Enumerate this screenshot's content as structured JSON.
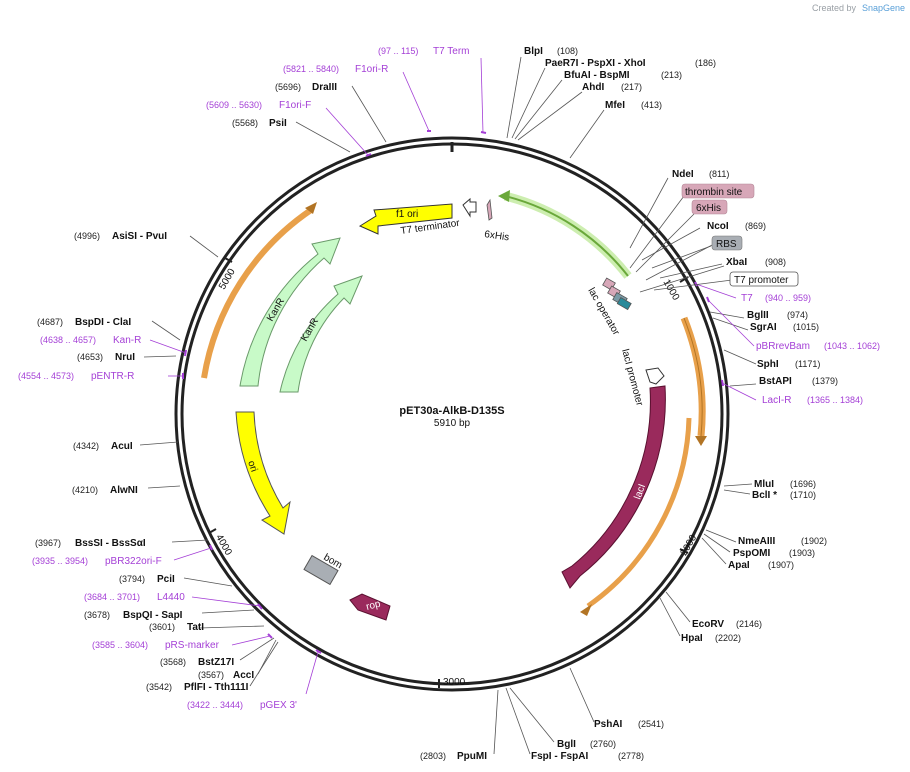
{
  "credit": {
    "prefix": "Created by",
    "brand": "SnapGene"
  },
  "plasmid": {
    "name": "pET30a-AlkB-D135S",
    "size_label": "5910 bp",
    "length": 5910
  },
  "ticks": [
    "1000",
    "2000",
    "3000",
    "4000",
    "5000"
  ],
  "enzymes": [
    {
      "name": "BlpI",
      "pos": "(108)"
    },
    {
      "name": "PaeR7I - PspXI - XhoI",
      "pos": "(186)"
    },
    {
      "name": "BfuAI - BspMI",
      "pos": "(213)"
    },
    {
      "name": "AhdI",
      "pos": "(217)"
    },
    {
      "name": "MfeI",
      "pos": "(413)"
    },
    {
      "name": "NdeI",
      "pos": "(811)"
    },
    {
      "name": "NcoI",
      "pos": "(869)"
    },
    {
      "name": "XbaI",
      "pos": "(908)"
    },
    {
      "name": "BglII",
      "pos": "(974)"
    },
    {
      "name": "SgrAI",
      "pos": "(1015)"
    },
    {
      "name": "SphI",
      "pos": "(1171)"
    },
    {
      "name": "BstAPI",
      "pos": "(1379)"
    },
    {
      "name": "MluI",
      "pos": "(1696)"
    },
    {
      "name": "BclI *",
      "pos": "(1710)"
    },
    {
      "name": "NmeAIII",
      "pos": "(1902)"
    },
    {
      "name": "PspOMI",
      "pos": "(1903)"
    },
    {
      "name": "ApaI",
      "pos": "(1907)"
    },
    {
      "name": "EcoRV",
      "pos": "(2146)"
    },
    {
      "name": "HpaI",
      "pos": "(2202)"
    },
    {
      "name": "PshAI",
      "pos": "(2541)"
    },
    {
      "name": "BglI",
      "pos": "(2760)"
    },
    {
      "name": "FspI - FspAI",
      "pos": "(2778)"
    },
    {
      "name": "PpuMI",
      "pos": "(2803)"
    },
    {
      "name": "PflFI - Tth111I",
      "pos": "(3542)"
    },
    {
      "name": "AccI",
      "pos": "(3567)"
    },
    {
      "name": "BstZ17I",
      "pos": "(3568)"
    },
    {
      "name": "TatI",
      "pos": "(3601)"
    },
    {
      "name": "BspQI - SapI",
      "pos": "(3678)"
    },
    {
      "name": "PciI",
      "pos": "(3794)"
    },
    {
      "name": "BssSI - BssSαI",
      "pos": "(3967)"
    },
    {
      "name": "AlwNI",
      "pos": "(4210)"
    },
    {
      "name": "AcuI",
      "pos": "(4342)"
    },
    {
      "name": "NruI",
      "pos": "(4653)"
    },
    {
      "name": "BspDI - ClaI",
      "pos": "(4687)"
    },
    {
      "name": "AsiSI - PvuI",
      "pos": "(4996)"
    },
    {
      "name": "PsiI",
      "pos": "(5568)"
    },
    {
      "name": "DraIII",
      "pos": "(5696)"
    }
  ],
  "primers": [
    {
      "name": "T7 Term",
      "range": "(97 .. 115)"
    },
    {
      "name": "F1ori-R",
      "range": "(5821 .. 5840)"
    },
    {
      "name": "F1ori-F",
      "range": "(5609 .. 5630)"
    },
    {
      "name": "T7",
      "range": "(940 .. 959)"
    },
    {
      "name": "pBRrevBam",
      "range": "(1043 .. 1062)"
    },
    {
      "name": "LacI-R",
      "range": "(1365 .. 1384)"
    },
    {
      "name": "Kan-R",
      "range": "(4638 .. 4657)"
    },
    {
      "name": "pENTR-R",
      "range": "(4554 .. 4573)"
    },
    {
      "name": "pBR322ori-F",
      "range": "(3935 .. 3954)"
    },
    {
      "name": "L4440",
      "range": "(3684 .. 3701)"
    },
    {
      "name": "pRS-marker",
      "range": "(3585 .. 3604)"
    },
    {
      "name": "pGEX 3'",
      "range": "(3422 .. 3444)"
    }
  ],
  "boxed_features": [
    {
      "name": "thrombin site"
    },
    {
      "name": "6xHis"
    },
    {
      "name": "RBS"
    },
    {
      "name": "T7 promoter"
    }
  ],
  "features": [
    {
      "name": "f1 ori"
    },
    {
      "name": "T7 terminator"
    },
    {
      "name": "6xHis"
    },
    {
      "name": "KanR"
    },
    {
      "name": "KanR"
    },
    {
      "name": "ori"
    },
    {
      "name": "bom"
    },
    {
      "name": "rop"
    },
    {
      "name": "lacI"
    },
    {
      "name": "lacI promoter"
    },
    {
      "name": "lac operator"
    }
  ],
  "colors": {
    "backbone": "#222222",
    "primer": "#a43fd6",
    "ori": "#ffff00",
    "kanr": "#c8fac8",
    "lacI": "#9a2a5c",
    "orange_orf": "#e8a04a",
    "green_cds": "#9bd36a",
    "bom": "#a9aeb4",
    "tag": "#d7a7b8"
  }
}
